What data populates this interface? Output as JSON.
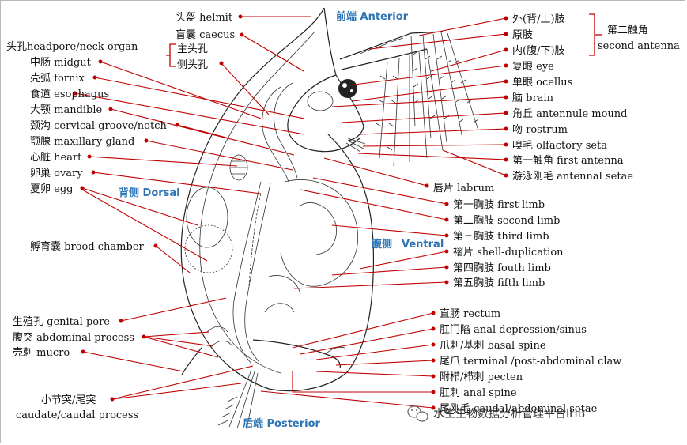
{
  "directions": {
    "anterior": "前端 Anterior",
    "posterior": "后端 Posterior",
    "dorsal": "背侧 Dorsal",
    "ventral_cn": "腹侧",
    "ventral_en": "Ventral"
  },
  "left_labels": [
    "头盔 helmit",
    "盲囊 caecus",
    "头孔headpore/neck organ",
    "主头孔",
    "侧头孔",
    "中肠 midgut",
    "壳弧 fornix",
    "食道 esophagus",
    "大颚 mandible",
    "颈沟 cervical groove/notch",
    "颚腺 maxillary gland",
    "心脏 heart",
    "卵巢 ovary",
    "夏卵 egg",
    "孵育囊 brood chamber",
    "生殖孔 genital pore",
    "腹突 abdominal process",
    "壳刺 mucro",
    "小节突/尾突",
    "caudate/caudal process"
  ],
  "right_labels": [
    "外(背/上)肢",
    "原肢",
    "内(腹/下)肢",
    "第二触角",
    "second antenna",
    "复眼 eye",
    "单眼 ocellus",
    "脑 brain",
    "角丘 antennule mound",
    "吻 rostrum",
    "嗅毛 olfactory seta",
    "第一触角 first antenna",
    "游泳刚毛 antennal setae",
    "唇片 labrum",
    "第一胸肢 first limb",
    "第二胸肢 second limb",
    "第三胸肢 third limb",
    "褶片 shell-duplication",
    "第四胸肢 fouth limb",
    "第五胸肢 fifth limb",
    "直肠 rectum",
    "肛门陷 anal depression/sinus",
    "爪刺/基刺 basal spine",
    "尾爪 terminal /post-abdominal claw",
    "附栉/栉刺 pecten",
    "肛刺 anal spine",
    "尾刚毛 caudal/abdominal setae"
  ],
  "watermark": "水生生物数据分析管理平台IHB"
}
